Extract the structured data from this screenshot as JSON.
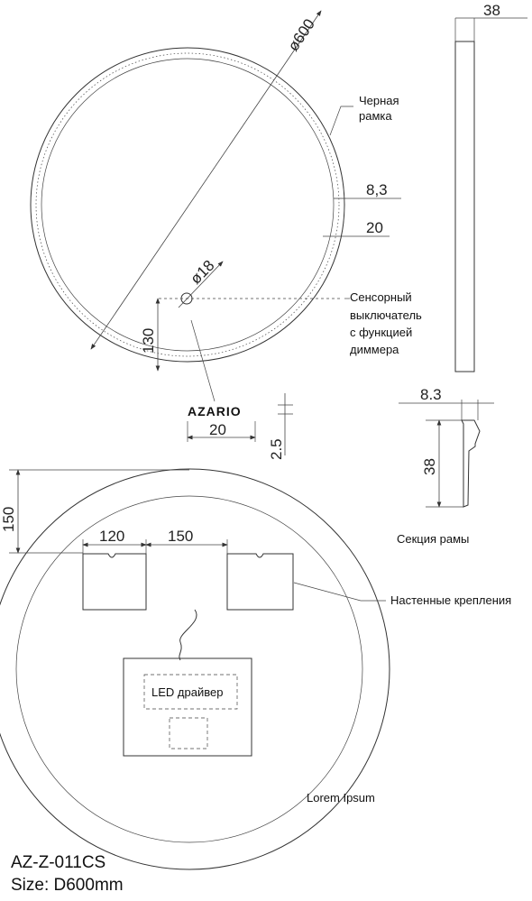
{
  "dimensions": {
    "diameter": "ø600",
    "depth": "38",
    "frame_width": "8,3",
    "led_inset": "20",
    "switch_diameter": "ø18",
    "switch_offset": "130",
    "logo_width": "20",
    "logo_height": "2.5",
    "section_width": "8.3",
    "section_height": "38",
    "mount_offset": "150",
    "mount_width": "120",
    "mount_spacing": "150"
  },
  "notes": {
    "black_frame_line1": "Черная",
    "black_frame_line2": "рамка",
    "switch_line1": "Сенсорный",
    "switch_line2": "выключатель",
    "switch_line3": "с функцией",
    "switch_line4": "диммера",
    "frame_section": "Секция рамы",
    "wall_mounts": "Настенные крепления",
    "led_driver": "LED драйвер",
    "placeholder": "Lorem Ipsum"
  },
  "brand": "AZARIO",
  "product": {
    "model": "AZ-Z-011CS",
    "size": "Size: D600mm"
  }
}
